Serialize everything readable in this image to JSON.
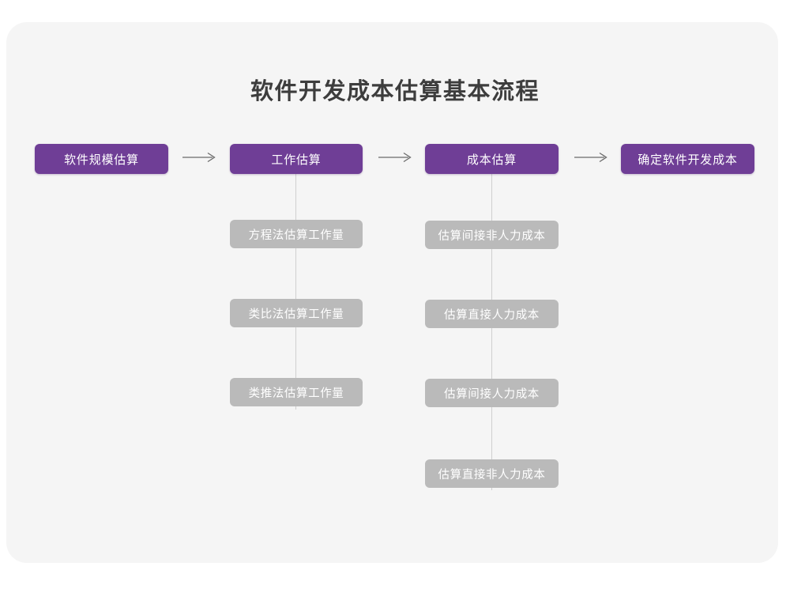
{
  "page": {
    "title": "软件开发成本估算基本流程",
    "background_color": "#ffffff",
    "card_color": "#f5f5f5"
  },
  "theme": {
    "primary_color": "#6f3e96",
    "secondary_color": "#bababa",
    "connector_color": "#cfcfcf",
    "arrow_color": "#6b6b6b",
    "title_color": "#3d3d3d",
    "node_text_color": "#ffffff"
  },
  "chart_data": {
    "type": "diagram",
    "title": "软件开发成本估算基本流程",
    "orientation": "left-to-right main flow with vertical sub-steps",
    "main_flow": [
      {
        "id": "step1",
        "label": "软件规模估算",
        "level": "primary"
      },
      {
        "id": "step2",
        "label": "工作估算",
        "level": "primary"
      },
      {
        "id": "step3",
        "label": "成本估算",
        "level": "primary"
      },
      {
        "id": "step4",
        "label": "确定软件开发成本",
        "level": "primary"
      }
    ],
    "arrows": [
      {
        "from": "step1",
        "to": "step2",
        "glyph": "arrow-right"
      },
      {
        "from": "step2",
        "to": "step3",
        "glyph": "arrow-right"
      },
      {
        "from": "step3",
        "to": "step4",
        "glyph": "arrow-right"
      }
    ],
    "sub_steps": [
      {
        "parent": "step2",
        "items": [
          "方程法估算工作量",
          "类比法估算工作量",
          "类推法估算工作量"
        ]
      },
      {
        "parent": "step3",
        "items": [
          "估算间接非人力成本",
          "估算直接人力成本",
          "估算间接人力成本",
          "估算直接非人力成本"
        ]
      }
    ]
  }
}
